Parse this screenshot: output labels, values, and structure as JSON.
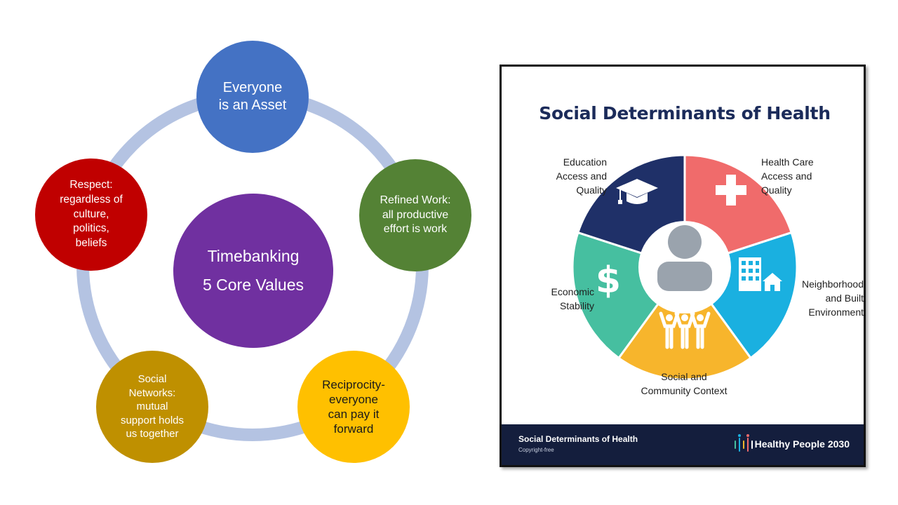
{
  "timebanking": {
    "center": "Timebanking\n5 Core Values",
    "values": [
      "Everyone\nis an Asset",
      "Refined Work:\nall productive\neffort is work",
      "Reciprocity-\neveryone\ncan pay it\nforward",
      "Social\nNetworks:\nmutual\nsupport holds\nus together",
      "Respect:\nregardless of\nculture,\npolitics,\nbeliefs"
    ],
    "colors": {
      "asset": "#4472c4",
      "work": "#548235",
      "reciprocity": "#ffc000",
      "social": "#bf9000",
      "respect": "#c00000",
      "center": "#7030a0",
      "ring": "#b4c3e2"
    }
  },
  "sdoh": {
    "title": "Social Determinants of Health",
    "segments": [
      {
        "label": "Health Care\nAccess and\nQuality",
        "color": "#f06b6b",
        "icon": "medical-cross-icon"
      },
      {
        "label": "Neighborhood\nand Built\nEnvironment",
        "color": "#1ab0e0",
        "icon": "buildings-icon"
      },
      {
        "label": "Social and\nCommunity Context",
        "color": "#f7b52c",
        "icon": "people-group-icon"
      },
      {
        "label": "Economic\nStability",
        "color": "#46bfa0",
        "icon": "dollar-icon"
      },
      {
        "label": "Education\nAccess and\nQuality",
        "color": "#1f3068",
        "icon": "graduation-cap-icon"
      }
    ],
    "center_icon": "person-icon",
    "footer": {
      "title": "Social Determinants of Health",
      "subtitle": "Copyright-free",
      "brand": "Healthy People 2030"
    }
  }
}
